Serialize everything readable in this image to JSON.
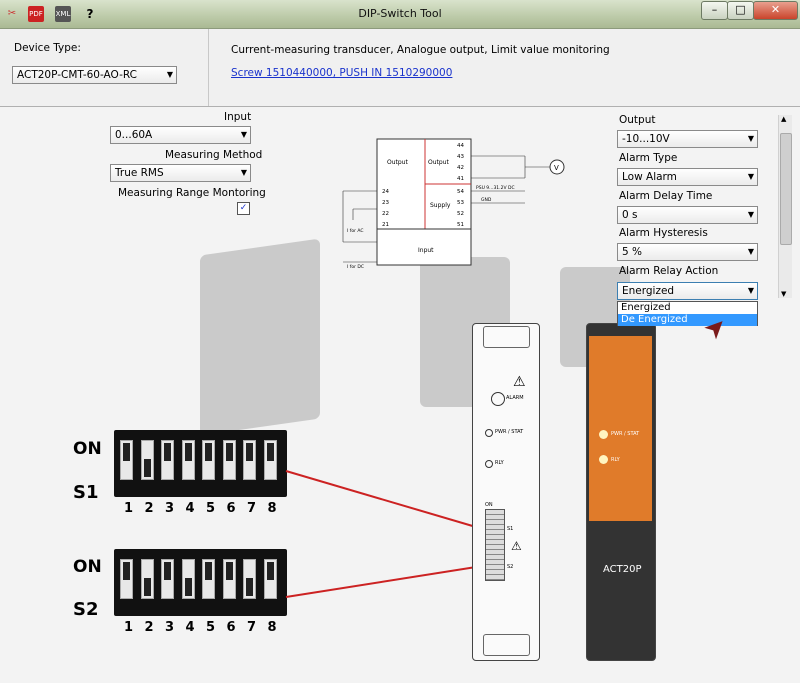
{
  "window": {
    "title": "DIP-Switch Tool",
    "minimize": "–",
    "maximize": "□",
    "close": "✕",
    "help": "?",
    "pdf": "PDF",
    "xml": "XML"
  },
  "device": {
    "type_label": "Device Type:",
    "type_value": "ACT20P-CMT-60-AO-RC",
    "description": "Current-measuring transducer, Analogue output, Limit value monitoring",
    "link": "Screw 1510440000, PUSH IN 1510290000"
  },
  "left_settings": {
    "input_label": "Input",
    "input_value": "0...60A",
    "method_label": "Measuring Method",
    "method_value": "True RMS",
    "range_label": "Measuring Range Montoring",
    "range_checked": "✓"
  },
  "right_settings": {
    "output_label": "Output",
    "output_value": "-10...10V",
    "alarm_type_label": "Alarm Type",
    "alarm_type_value": "Low Alarm",
    "delay_label": "Alarm Delay Time",
    "delay_value": "0 s",
    "hyst_label": "Alarm Hysteresis",
    "hyst_value": "5 %",
    "relay_label": "Alarm Relay Action",
    "relay_value": "Energized",
    "relay_options": [
      "Energized",
      "De Energized"
    ]
  },
  "diagram": {
    "output_left": "Output",
    "output_right": "Output",
    "supply": "Supply",
    "input": "Input",
    "pins_top": [
      "44",
      "43",
      "42",
      "41"
    ],
    "pins_mid": [
      "54",
      "53",
      "52",
      "51"
    ],
    "pins_left": [
      "24",
      "23",
      "22",
      "21"
    ],
    "psu": "PSU 9...31.2V DC",
    "gnd": "GND",
    "ac": "I for AC",
    "dc": "I for DC",
    "v": "V"
  },
  "switches": {
    "on": "ON",
    "s1_label": "S1",
    "s2_label": "S2",
    "numbers": [
      "1",
      "2",
      "3",
      "4",
      "5",
      "6",
      "7",
      "8"
    ],
    "s1_states": [
      "on",
      "off",
      "on",
      "on",
      "on",
      "on",
      "on",
      "on"
    ],
    "s2_states": [
      "on",
      "off",
      "on",
      "off",
      "on",
      "on",
      "off",
      "on"
    ]
  },
  "device_labels": {
    "alarm": "ALARM",
    "pwr": "PWR / STAT",
    "rly": "RLY",
    "s1": "S1",
    "s2": "S2",
    "on": "ON",
    "brand": "ACT20P"
  }
}
